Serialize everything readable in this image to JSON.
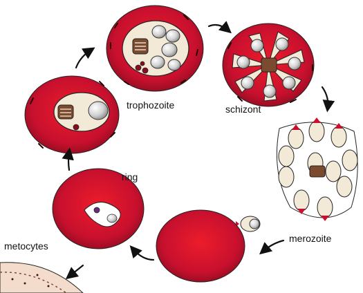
{
  "labels": {
    "trophozoite": "trophozoite",
    "schizont": "schizont",
    "ring": "ring",
    "merozoite": "merozoite",
    "metocytes": "metocytes"
  },
  "colors": {
    "rbc": "#c8102e",
    "rbc_dark": "#8a0d1f",
    "cytoplasm": "#f2ead6",
    "nucleus": "#cfcfcf",
    "outline": "#1a1a1a",
    "gametocyte": "#f3dccb"
  }
}
